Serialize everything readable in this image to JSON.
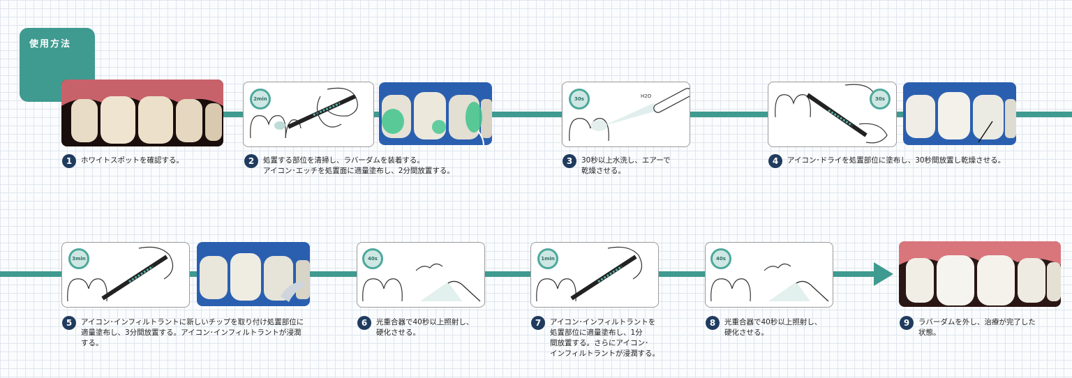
{
  "header": {
    "title": "使用方法"
  },
  "colors": {
    "accent": "#3f9a90",
    "step_badge": "#1f3b5e",
    "timer_ring": "#4ca89c"
  },
  "timers": {
    "step2": "2min",
    "step3": "30s",
    "step4": "30s",
    "step5": "3min",
    "step6": "40s",
    "step7": "1min",
    "step8": "40s"
  },
  "labels": {
    "water": "H2O"
  },
  "steps": [
    {
      "num": "1",
      "text": "ホワイトスポットを確認する。"
    },
    {
      "num": "2",
      "text": "処置する部位を清掃し、ラバーダムを装着する。\nアイコン･エッチを処置面に適量塗布し、2分間放置する。"
    },
    {
      "num": "3",
      "text": "30秒以上水洗し、エアーで\n乾燥させる。"
    },
    {
      "num": "4",
      "text": "アイコン･ドライを処置部位に塗布し、30秒間放置し乾燥させる。"
    },
    {
      "num": "5",
      "text": "アイコン･インフィルトラントに新しいチップを取り付け処置部位に\n適量塗布し、3分間放置する。アイコン･インフィルトラントが浸潤\nする。"
    },
    {
      "num": "6",
      "text": "光重合器で40秒以上照射し、\n硬化させる。"
    },
    {
      "num": "7",
      "text": "アイコン･インフィルトラントを\n処置部位に適量塗布し、1分\n間放置する。さらにアイコン･\nインフィルトラントが浸潤する。"
    },
    {
      "num": "8",
      "text": "光重合器で40秒以上照射し、\n硬化させる。"
    },
    {
      "num": "9",
      "text": "ラバーダムを外し、治療が完了した\n状態。"
    }
  ]
}
